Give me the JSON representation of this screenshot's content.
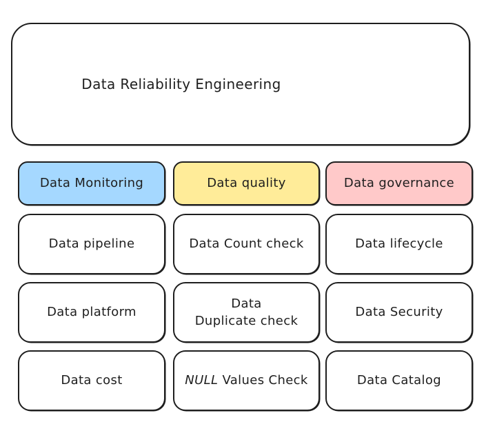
{
  "canvas": {
    "background": "#ffffff",
    "stroke_color": "#1e1e1e"
  },
  "root": {
    "label": "Data Reliability Engineering"
  },
  "groups": [
    {
      "header": {
        "label": "Data Monitoring",
        "fill": "#a5d8ff"
      },
      "items": [
        {
          "label": "Data pipeline"
        },
        {
          "label": "Data platform"
        },
        {
          "label": "Data cost"
        }
      ]
    },
    {
      "header": {
        "label": "Data quality",
        "fill": "#ffec99"
      },
      "items": [
        {
          "label": "Data Count check"
        },
        {
          "label": "Data\nDuplicate check"
        },
        {
          "label_italic": "NULL",
          "label": " Values Check"
        }
      ]
    },
    {
      "header": {
        "label": "Data governance",
        "fill": "#ffc9c9"
      },
      "items": [
        {
          "label": "Data lifecycle"
        },
        {
          "label": "Data Security"
        },
        {
          "label": "Data Catalog"
        }
      ]
    }
  ]
}
